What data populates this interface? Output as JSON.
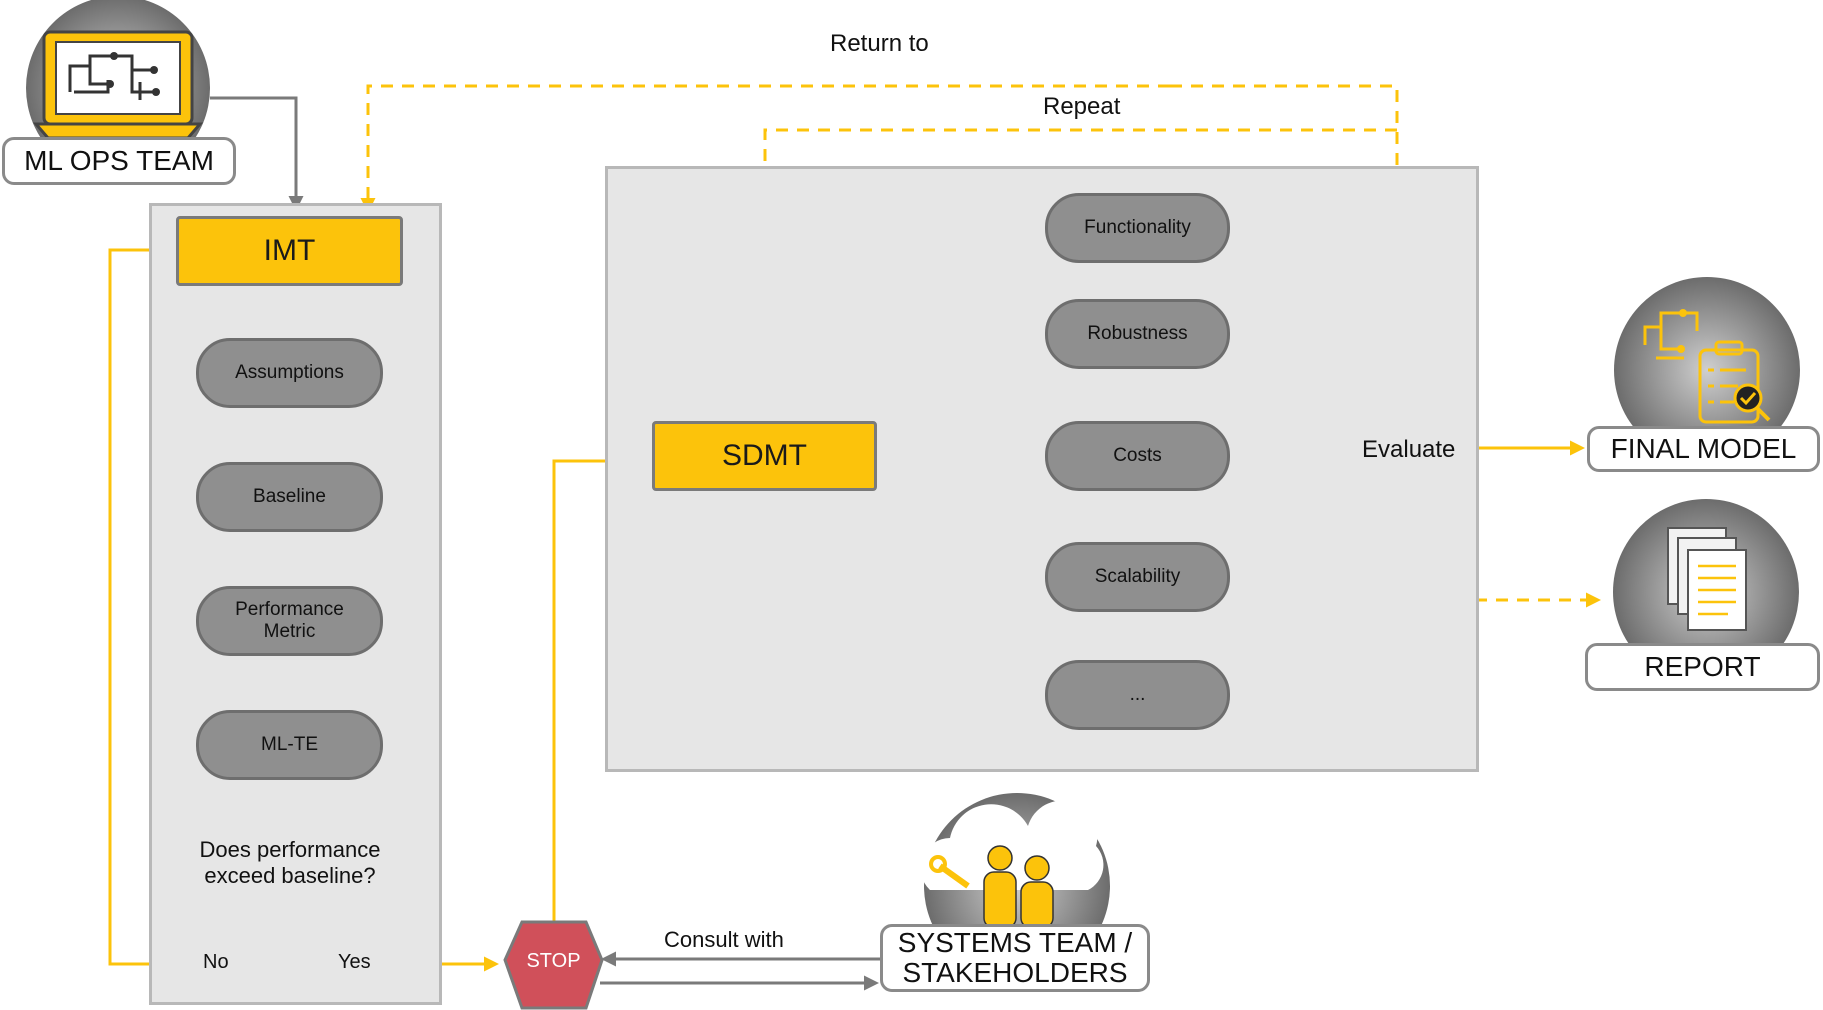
{
  "colors": {
    "accent": "#fcc30b",
    "node": "#8f8f8f",
    "panel": "#e6e6e6",
    "connector": "#7a7a7a",
    "stop": "#d0505a"
  },
  "labels": {
    "return_to": "Return to",
    "repeat": "Repeat",
    "evaluate": "Evaluate",
    "consult_with": "Consult with"
  },
  "actors": {
    "ml_ops_team": "ML OPS TEAM",
    "final_model": "FINAL MODEL",
    "report": "REPORT",
    "systems_team_line1": "SYSTEMS TEAM /",
    "systems_team_line2": "STAKEHOLDERS"
  },
  "imt": {
    "title": "IMT",
    "steps": [
      "Assumptions",
      "Baseline",
      "Performance\nMetric",
      "ML-TE"
    ],
    "question_line1": "Does performance",
    "question_line2": "exceed baseline?",
    "no": "No",
    "yes": "Yes"
  },
  "stop": "STOP",
  "sdmt": {
    "title": "SDMT",
    "criteria": [
      "Functionality",
      "Robustness",
      "Costs",
      "Scalability",
      "..."
    ]
  },
  "icons": {
    "ml_ops_team": "laptop-circuit-icon",
    "final_model": "clipboard-check-icon",
    "report": "documents-icon",
    "systems_team": "cloud-people-wrench-icon"
  }
}
